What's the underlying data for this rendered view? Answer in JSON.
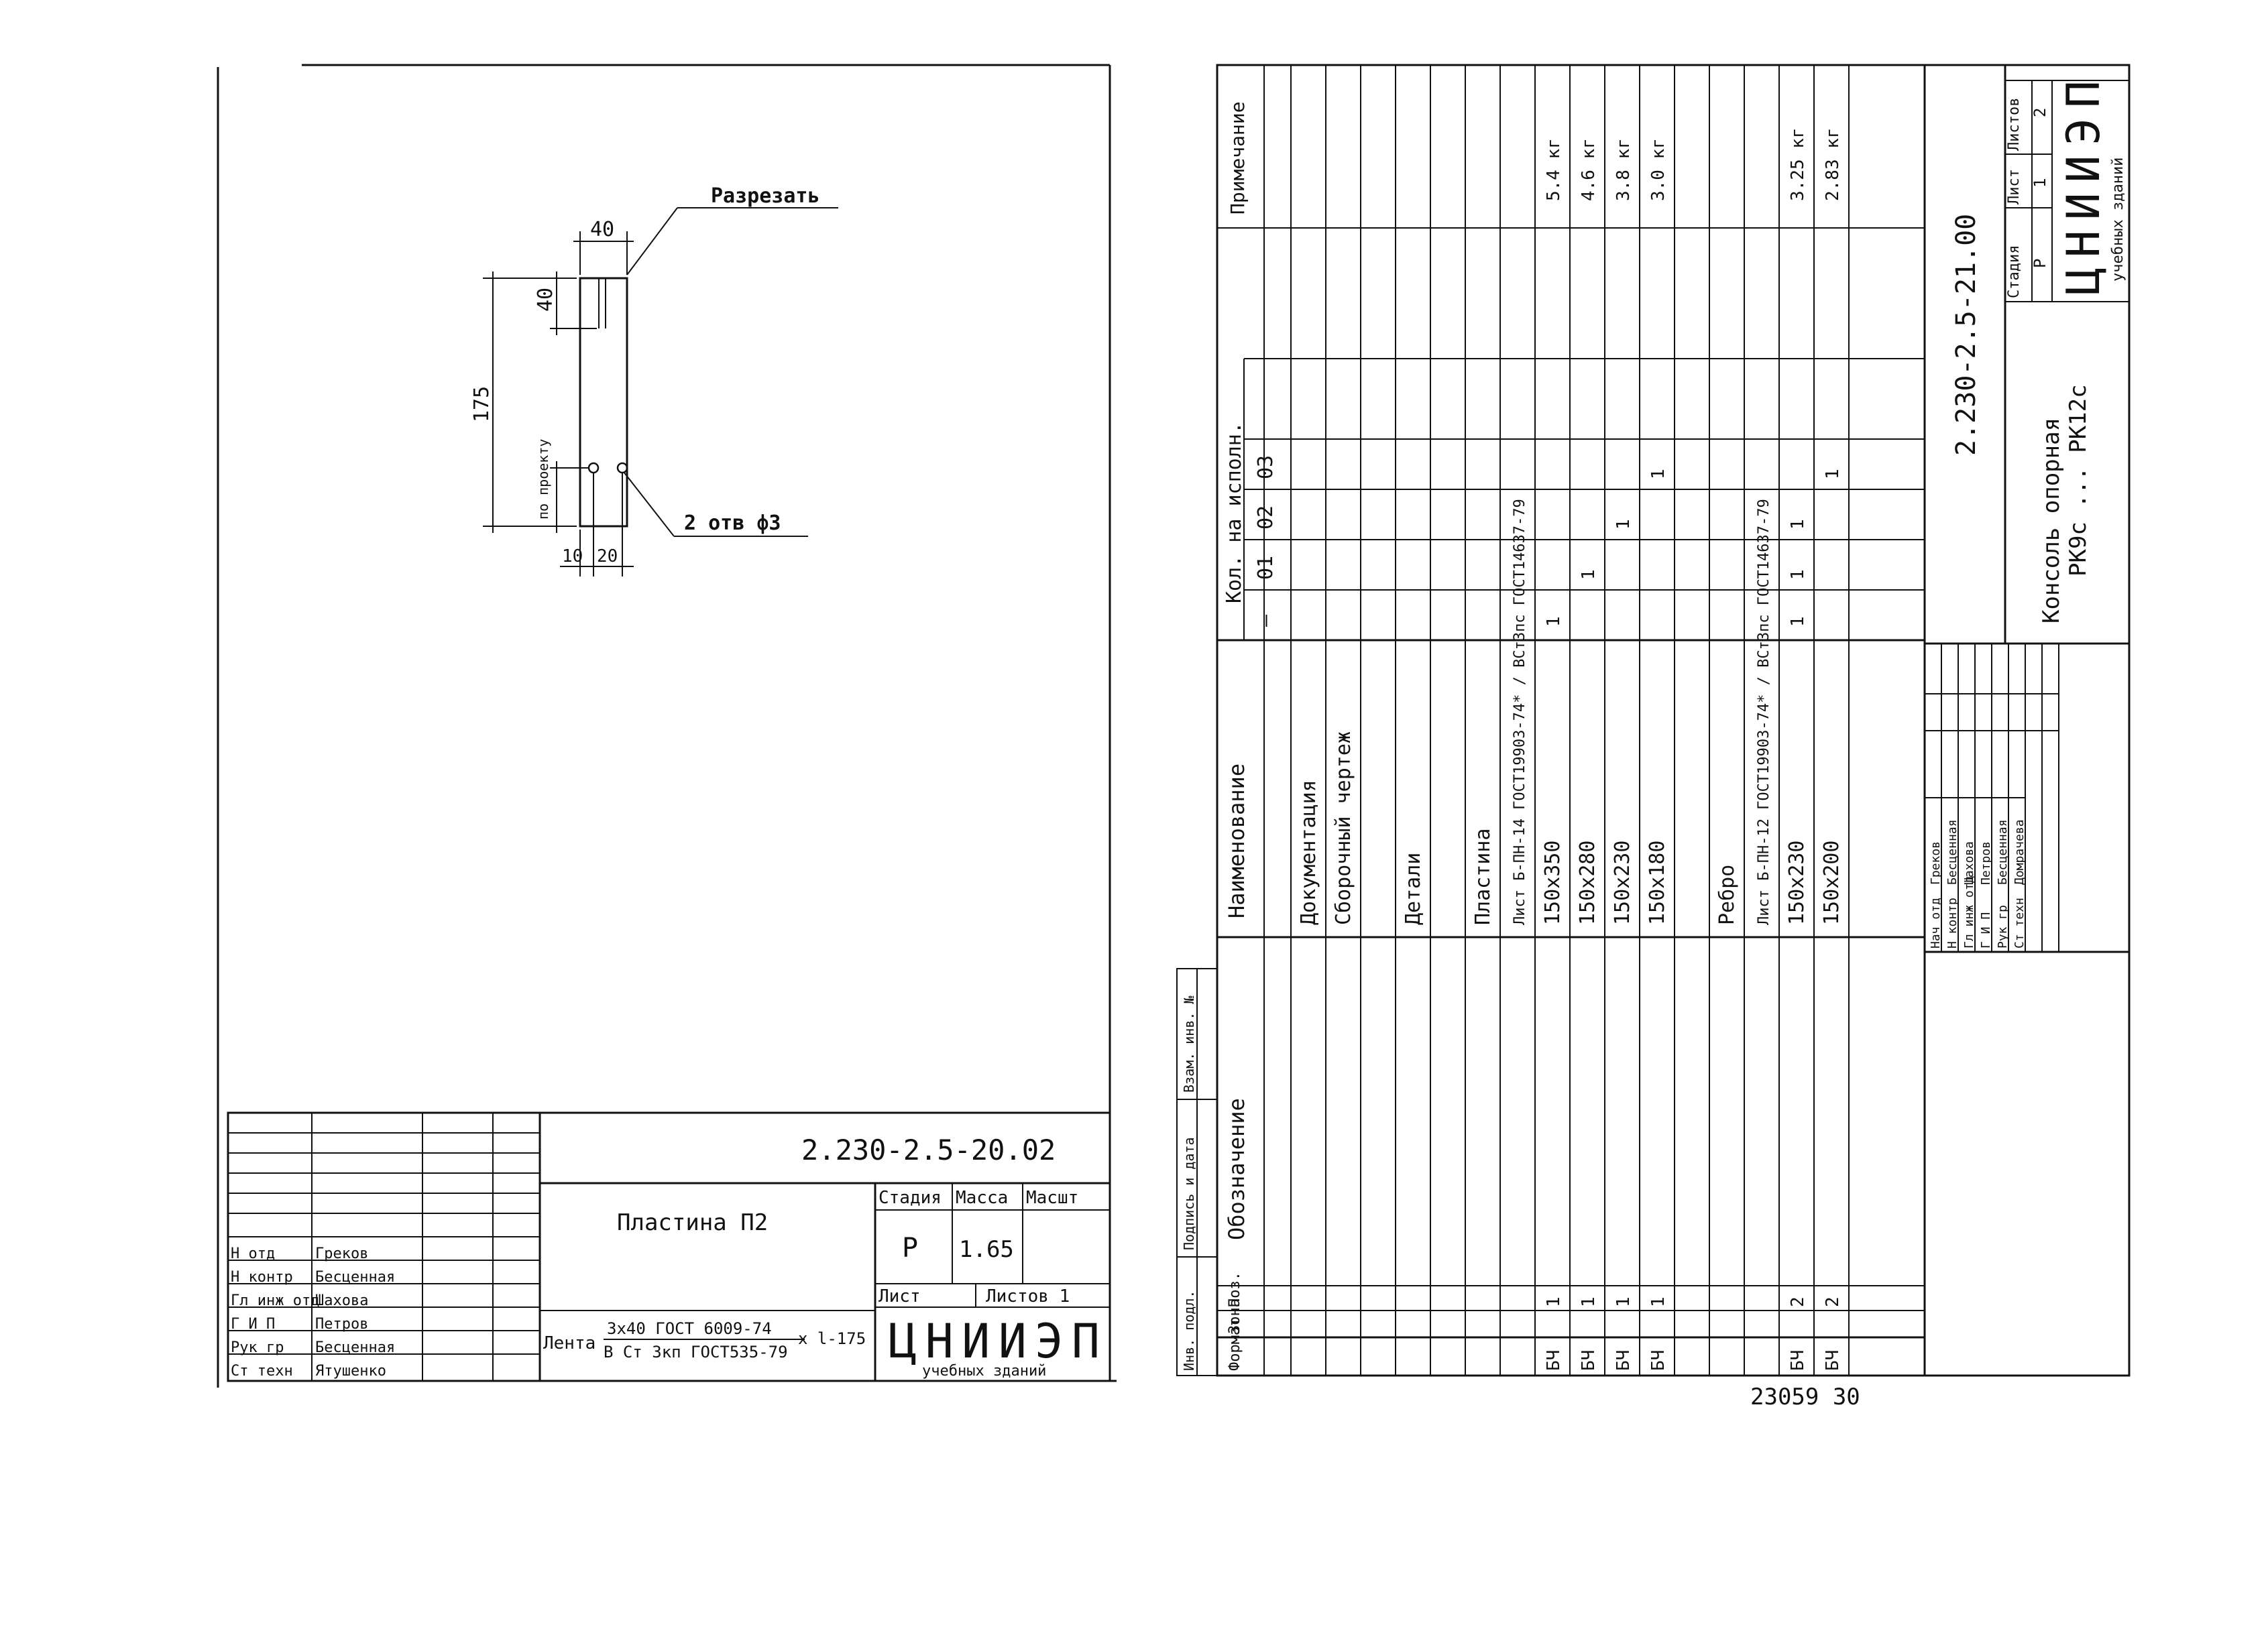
{
  "left_sheet": {
    "detail": {
      "cut_note": "Разрезать",
      "dim_top_width": "40",
      "dim_slot_len": "40",
      "dim_height": "175",
      "dim_by_project": "по проекту",
      "dim_bottom_left": "10",
      "dim_bottom_right": "20",
      "holes_note": "2 отв ф3"
    },
    "title_block": {
      "doc_code": "2.230-2.5-20.02",
      "part_name": "Пластина П2",
      "stage_header": "Стадия",
      "mass_header": "Масса",
      "scale_header": "Масшт",
      "stage_value": "Р",
      "mass_value": "1.65",
      "sheet_label": "Лист",
      "sheets_label": "Листов 1",
      "material_prefix": "Лента",
      "material_numerator": "3x40 ГОСТ 6009-74",
      "material_denominator": "В Ст 3кп ГОСТ535-79",
      "material_suffix": "x l-175",
      "org_logo": "ЦНИИЭП",
      "org_sub": "учебных зданий",
      "people": [
        {
          "role": "Н отд",
          "name": "Греков"
        },
        {
          "role": "Н контр",
          "name": "Бесценная"
        },
        {
          "role": "Гл инж отд",
          "name": "Шахова"
        },
        {
          "role": "Г И П",
          "name": "Петров"
        },
        {
          "role": "Рук гр",
          "name": "Бесценная"
        },
        {
          "role": "Ст техн",
          "name": "Ятушенко"
        }
      ]
    }
  },
  "right_sheet": {
    "spec_headers": {
      "format": "Формат",
      "zone": "Зона",
      "pos": "Поз.",
      "designation": "Обозначение",
      "name": "Наименование",
      "qty_title": "Кол. на исполн.",
      "qty_cols": [
        "—",
        "01",
        "02",
        "03"
      ],
      "note": "Примечание"
    },
    "spec_rows": [
      {
        "fmt": "",
        "pos": "",
        "name": "Документация",
        "q": [
          "",
          "",
          "",
          ""
        ],
        "note": ""
      },
      {
        "fmt": "",
        "pos": "",
        "name": "Сборочный чертеж",
        "q": [
          "",
          "",
          "",
          ""
        ],
        "note": ""
      },
      {
        "fmt": "",
        "pos": "",
        "name": "",
        "q": [
          "",
          "",
          "",
          ""
        ],
        "note": ""
      },
      {
        "fmt": "",
        "pos": "",
        "name": "Детали",
        "q": [
          "",
          "",
          "",
          ""
        ],
        "note": ""
      },
      {
        "fmt": "",
        "pos": "",
        "name": "",
        "q": [
          "",
          "",
          "",
          ""
        ],
        "note": ""
      },
      {
        "fmt": "",
        "pos": "",
        "name": "Пластина",
        "q": [
          "",
          "",
          "",
          ""
        ],
        "note": ""
      },
      {
        "fmt": "",
        "pos": "",
        "name": "Лист Б-ПН-14 ГОСТ19903-74* / ВСт3пс ГОСТ14637-79",
        "q": [
          "",
          "",
          "",
          ""
        ],
        "note": ""
      },
      {
        "fmt": "БЧ",
        "pos": "1",
        "name": "150x350",
        "q": [
          "1",
          "",
          "",
          ""
        ],
        "note": "5.4 кг"
      },
      {
        "fmt": "БЧ",
        "pos": "1",
        "name": "150x280",
        "q": [
          "",
          "1",
          "",
          ""
        ],
        "note": "4.6 кг"
      },
      {
        "fmt": "БЧ",
        "pos": "1",
        "name": "150x230",
        "q": [
          "",
          "",
          "1",
          ""
        ],
        "note": "3.8 кг"
      },
      {
        "fmt": "БЧ",
        "pos": "1",
        "name": "150x180",
        "q": [
          "",
          "",
          "",
          "1"
        ],
        "note": "3.0 кг"
      },
      {
        "fmt": "",
        "pos": "",
        "name": "",
        "q": [
          "",
          "",
          "",
          ""
        ],
        "note": ""
      },
      {
        "fmt": "",
        "pos": "",
        "name": "Ребро",
        "q": [
          "",
          "",
          "",
          ""
        ],
        "note": ""
      },
      {
        "fmt": "",
        "pos": "",
        "name": "Лист Б-ПН-12 ГОСТ19903-74* / ВСт3пс ГОСТ14637-79",
        "q": [
          "",
          "",
          "",
          ""
        ],
        "note": ""
      },
      {
        "fmt": "БЧ",
        "pos": "2",
        "name": "150x230",
        "q": [
          "1",
          "1",
          "1",
          ""
        ],
        "note": "3.25 кг"
      },
      {
        "fmt": "БЧ",
        "pos": "2",
        "name": "150x200",
        "q": [
          "",
          "",
          "",
          "1"
        ],
        "note": "2.83 кг"
      }
    ],
    "title_block": {
      "doc_code": "2.230-2.5-21.00",
      "name_line1": "Консоль опорная",
      "name_line2": "РК9с ... РК12с",
      "stage_header": "Стадия",
      "sheet_header": "Лист",
      "sheets_header": "Листов",
      "stage_value": "Р",
      "sheet_value": "1",
      "sheets_value": "2",
      "org_logo": "ЦНИИЭП",
      "org_sub": "учебных зданий",
      "people": [
        {
          "role": "Нач отд",
          "name": "Греков"
        },
        {
          "role": "Н контр",
          "name": "Бесценная"
        },
        {
          "role": "Гл инж отд",
          "name": "Шахова"
        },
        {
          "role": "Г И П",
          "name": "Петров"
        },
        {
          "role": "Рук гр",
          "name": "Бесценная"
        },
        {
          "role": "Ст техн",
          "name": "Домрачева"
        }
      ]
    },
    "side_stamp": [
      "Инв. подл.",
      "Подпись и дата",
      "Взам. инв. №"
    ]
  },
  "footer_number": "23059  30"
}
